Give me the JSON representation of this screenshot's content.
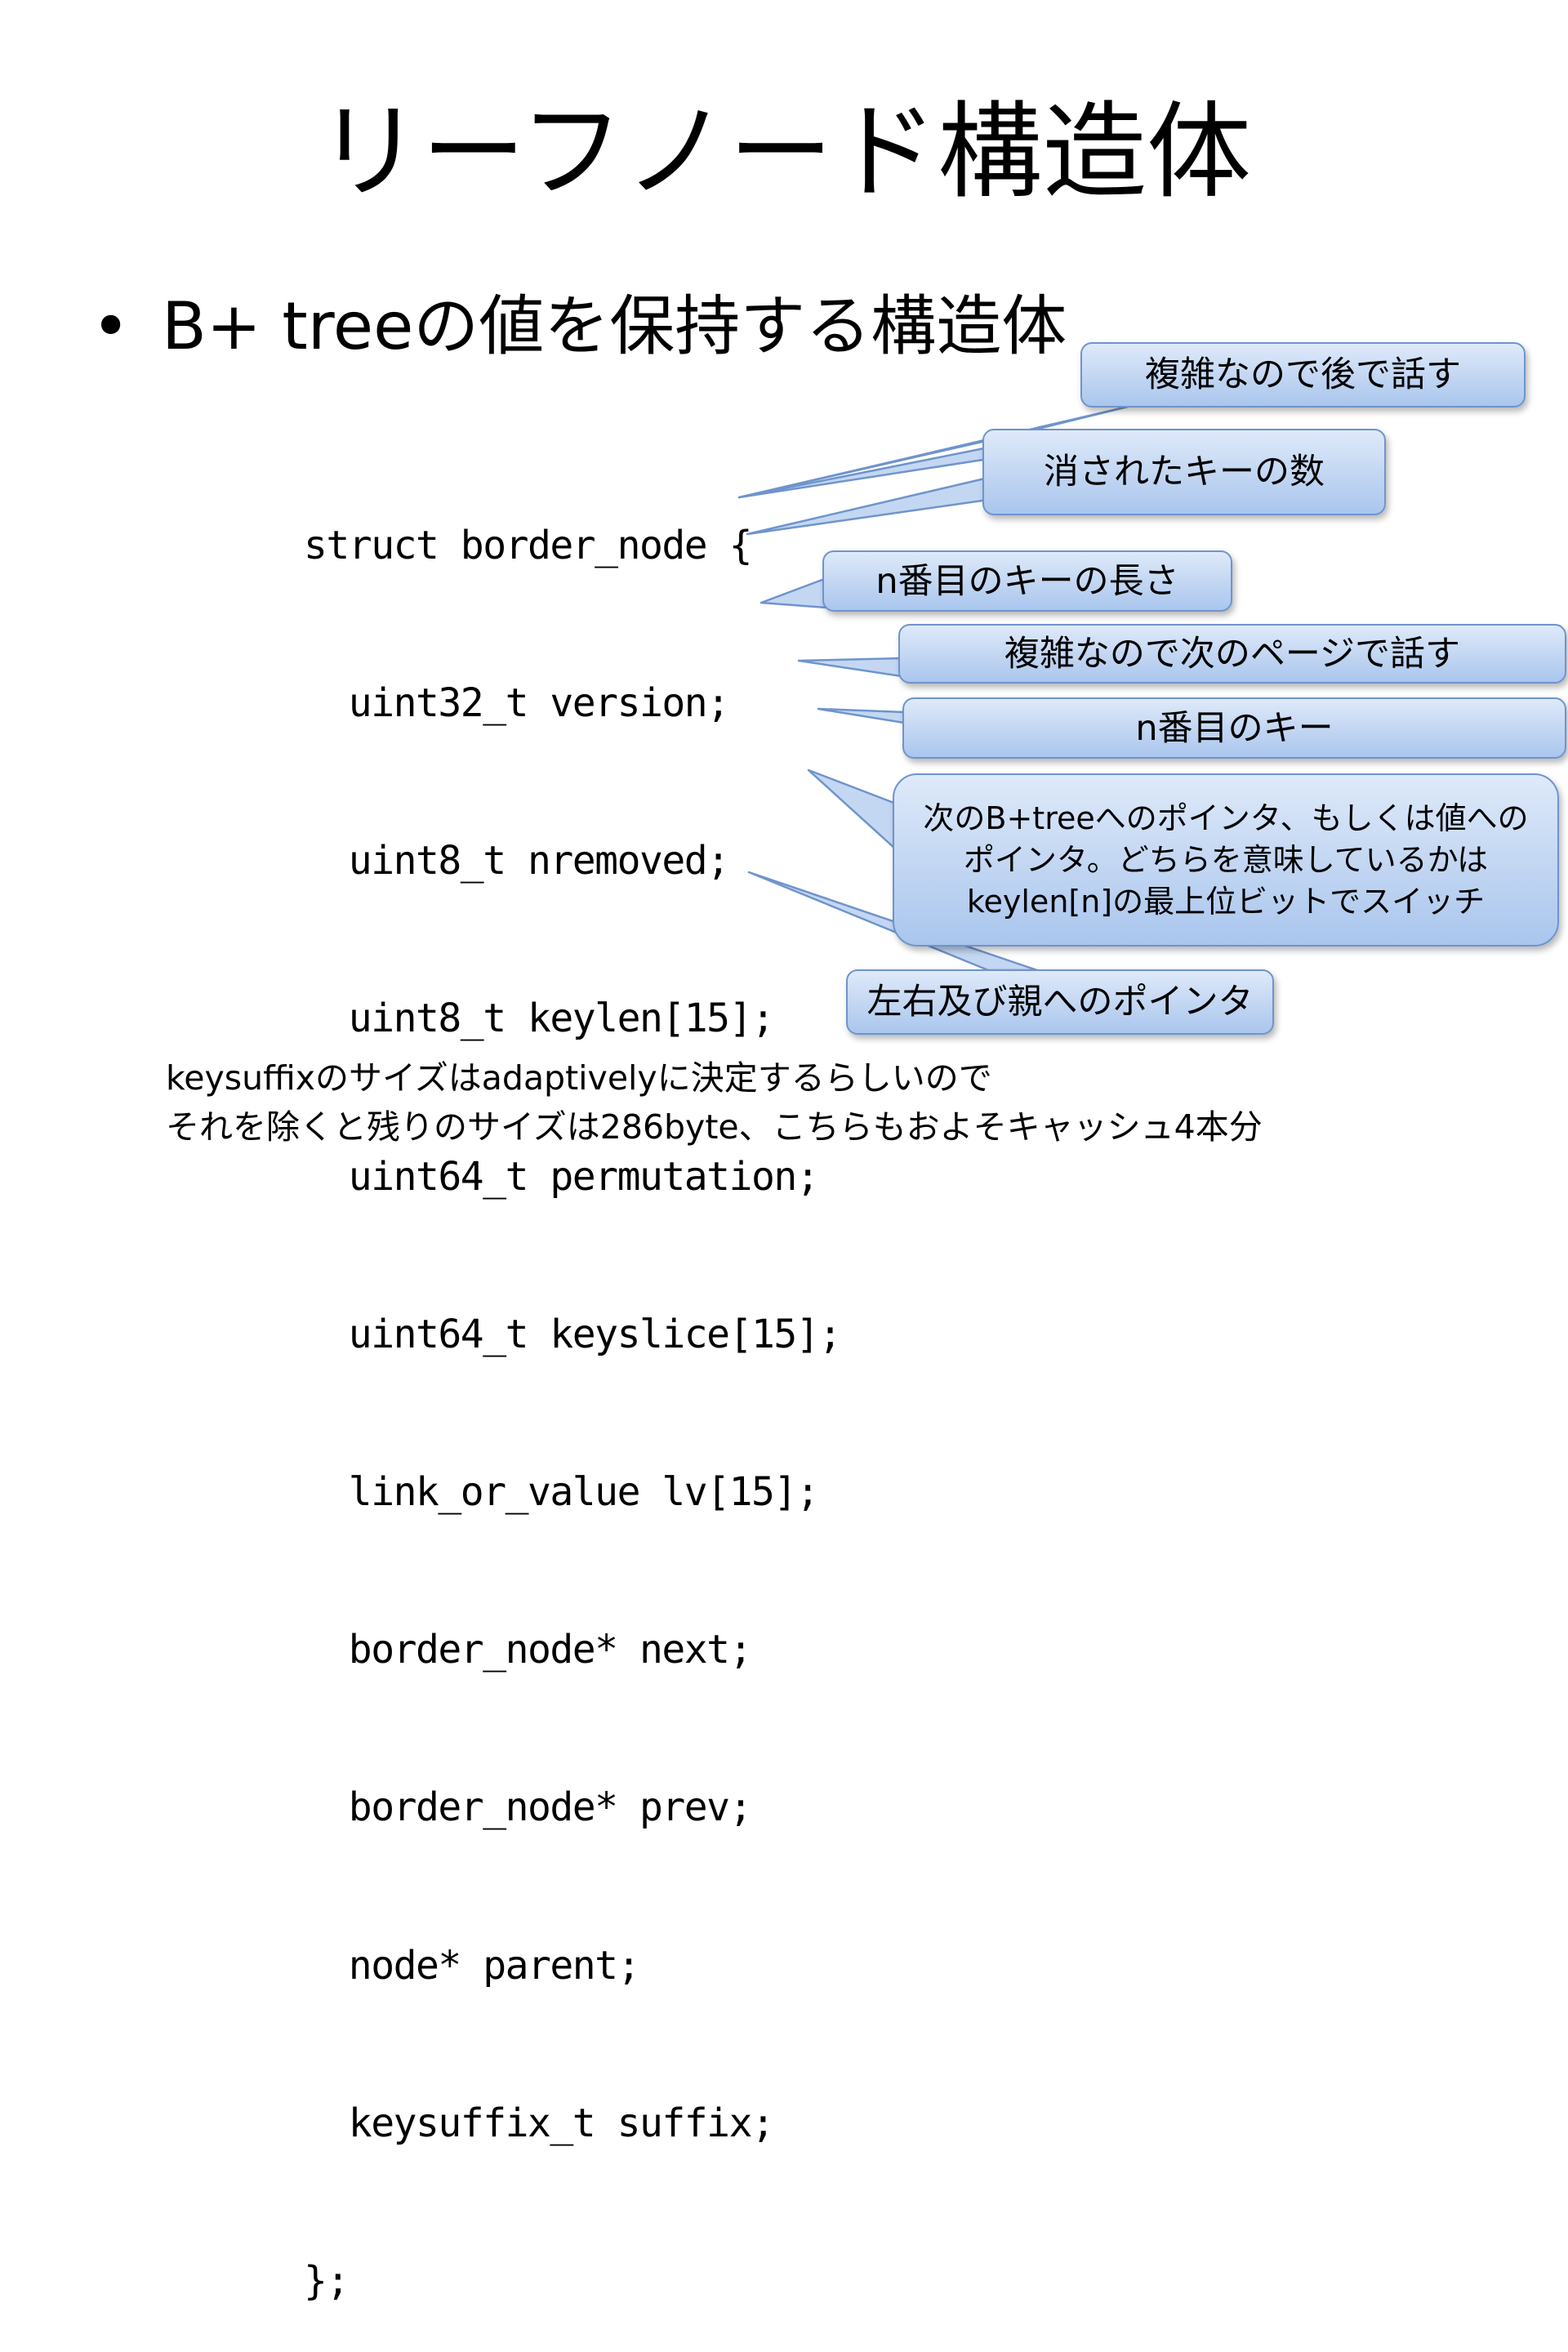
{
  "slide": {
    "title": "リーフノード構造体",
    "bullet": {
      "marker": "•",
      "text": "B+ treeの値を保持する構造体"
    },
    "code_lines": [
      "struct border_node {",
      "  uint32_t version;",
      "  uint8_t nremoved;",
      "  uint8_t keylen[15];",
      "  uint64_t permutation;",
      "  uint64_t keyslice[15];",
      "  link_or_value lv[15];",
      "  border_node* next;",
      "  border_node* prev;",
      "  node* parent;",
      "  keysuffix_t suffix;",
      "};"
    ],
    "callouts": {
      "version": "複雑なので後で話す",
      "nremoved": "消されたキーの数",
      "keylen": "n番目のキーの長さ",
      "permutation": "複雑なので次のページで話す",
      "keyslice": "n番目のキー",
      "lv": "次のB+treeへのポインタ、もしくは値への\nポインタ。どちらを意味しているかは\nkeylen[n]の最上位ビットでスイッチ",
      "next_prev_parent": "左右及び親へのポインタ"
    },
    "footnote": [
      "keysuffixのサイズはadaptivelyに決定するらしいので",
      "それを除くと残りのサイズは286byte、こちらもおよそキャッシュ4本分"
    ]
  },
  "colors": {
    "callout_fill_top": "#dfeafa",
    "callout_fill_bottom": "#aac6ee",
    "callout_border": "#6f94cd",
    "text": "#000000"
  }
}
